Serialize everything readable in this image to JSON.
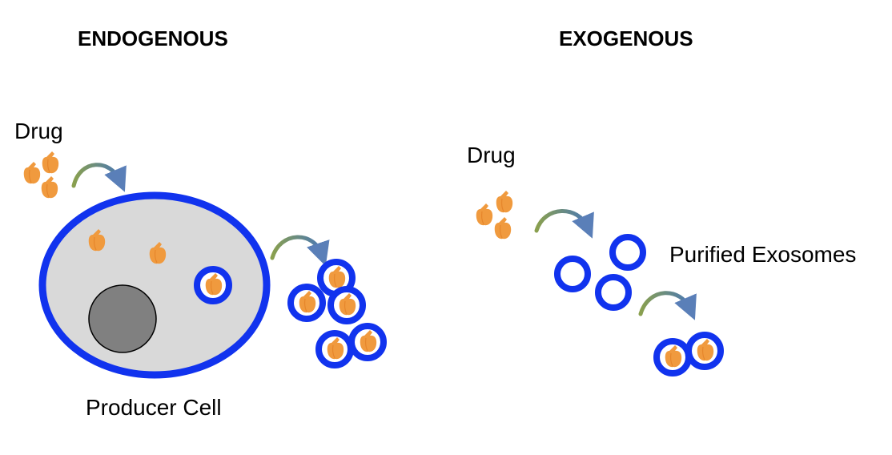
{
  "endogenous": {
    "heading": "ENDOGENOUS",
    "drug_label": "Drug",
    "cell_label": "Producer Cell"
  },
  "exogenous": {
    "heading": "EXOGENOUS",
    "drug_label": "Drug",
    "exosomes_label": "Purified Exosomes"
  },
  "colors": {
    "exosome_blue": "#1133ee",
    "drug_orange": "#f09a3e",
    "cell_fill": "#d9d9d9",
    "nucleus_fill": "#808080",
    "arrow_green": "#8aa04e",
    "arrow_blue": "#4a78b4"
  }
}
